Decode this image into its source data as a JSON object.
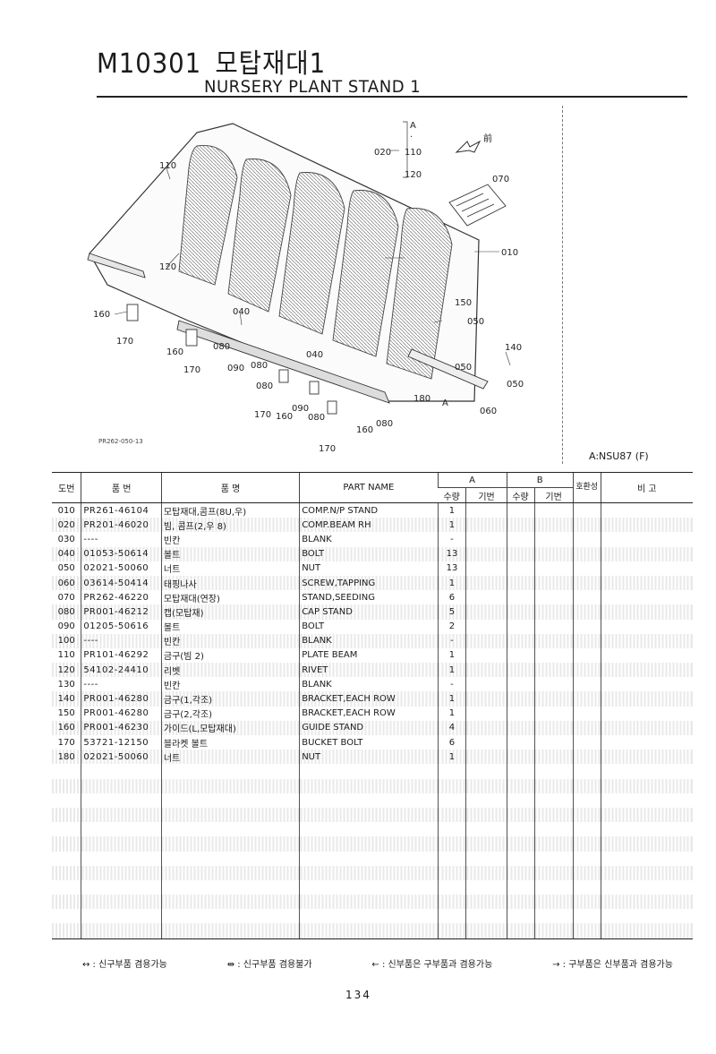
{
  "header": {
    "code": "M10301",
    "title_kr": "모탑재대1",
    "title_en": "NURSERY PLANT STAND 1"
  },
  "diagram": {
    "callouts": [
      "110",
      "120",
      "160",
      "170",
      "040",
      "160",
      "170",
      "080",
      "090",
      "080",
      "080",
      "040",
      "170",
      "160",
      "090",
      "080",
      "160",
      "080",
      "170",
      "020",
      "A",
      "110",
      "120",
      "070",
      "010",
      "150",
      "050",
      "140",
      "050",
      "050",
      "180",
      "A",
      "060"
    ],
    "direction_label": "前",
    "ref_code": "PR262-050-13"
  },
  "model": "A:NSU87 (F)",
  "table": {
    "headers": {
      "no": "도번",
      "part_no": "품 번",
      "name_kr": "품 명",
      "name_en": "PART NAME",
      "group_a": "A",
      "group_b": "B",
      "qty": "수량",
      "base": "기번",
      "compat": "호환성",
      "remarks": "비 고"
    },
    "rows": [
      {
        "no": "010",
        "part": "PR261-46104",
        "kr": "모탑재대,콤프(8U,우)",
        "en": "COMP.N/P STAND",
        "qty": "1"
      },
      {
        "no": "020",
        "part": "PR201-46020",
        "kr": "빔, 콤프(2,우 8)",
        "en": "COMP.BEAM RH",
        "qty": "1"
      },
      {
        "no": "030",
        "part": "----",
        "kr": "빈칸",
        "en": "BLANK",
        "qty": "-"
      },
      {
        "no": "040",
        "part": "01053-50614",
        "kr": "볼트",
        "en": "BOLT",
        "qty": "13"
      },
      {
        "no": "050",
        "part": "02021-50060",
        "kr": "너트",
        "en": "NUT",
        "qty": "13"
      },
      {
        "no": "060",
        "part": "03614-50414",
        "kr": "태핑나사",
        "en": "SCREW,TAPPING",
        "qty": "1"
      },
      {
        "no": "070",
        "part": "PR262-46220",
        "kr": "모탑재대(연장)",
        "en": "STAND,SEEDING",
        "qty": "6"
      },
      {
        "no": "080",
        "part": "PR001-46212",
        "kr": "캡(모탑재)",
        "en": "CAP STAND",
        "qty": "5"
      },
      {
        "no": "090",
        "part": "01205-50616",
        "kr": "볼트",
        "en": "BOLT",
        "qty": "2"
      },
      {
        "no": "100",
        "part": "----",
        "kr": "빈칸",
        "en": "BLANK",
        "qty": "-"
      },
      {
        "no": "110",
        "part": "PR101-46292",
        "kr": "금구(빔 2)",
        "en": "PLATE BEAM",
        "qty": "1"
      },
      {
        "no": "120",
        "part": "54102-24410",
        "kr": "리벳",
        "en": "RIVET",
        "qty": "1"
      },
      {
        "no": "130",
        "part": "----",
        "kr": "빈칸",
        "en": "BLANK",
        "qty": "-"
      },
      {
        "no": "140",
        "part": "PR001-46280",
        "kr": "금구(1,각조)",
        "en": "BRACKET,EACH ROW",
        "qty": "1"
      },
      {
        "no": "150",
        "part": "PR001-46280",
        "kr": "금구(2,각조)",
        "en": "BRACKET,EACH ROW",
        "qty": "1"
      },
      {
        "no": "160",
        "part": "PR001-46230",
        "kr": "가이드(L,모탑재대)",
        "en": "GUIDE STAND",
        "qty": "4"
      },
      {
        "no": "170",
        "part": "53721-12150",
        "kr": "블라켓 볼트",
        "en": "BUCKET BOLT",
        "qty": "6"
      },
      {
        "no": "180",
        "part": "02021-50060",
        "kr": "너트",
        "en": "NUT",
        "qty": "1"
      }
    ],
    "empty_rows": 12
  },
  "legend": [
    "↔ : 신구부품 겸용가능",
    "⇹ : 신구부품 겸용불가",
    "← : 신부품은 구부품과 겸용가능",
    "→ : 구부품은 신부품과 겸용가능"
  ],
  "page_number": "134"
}
